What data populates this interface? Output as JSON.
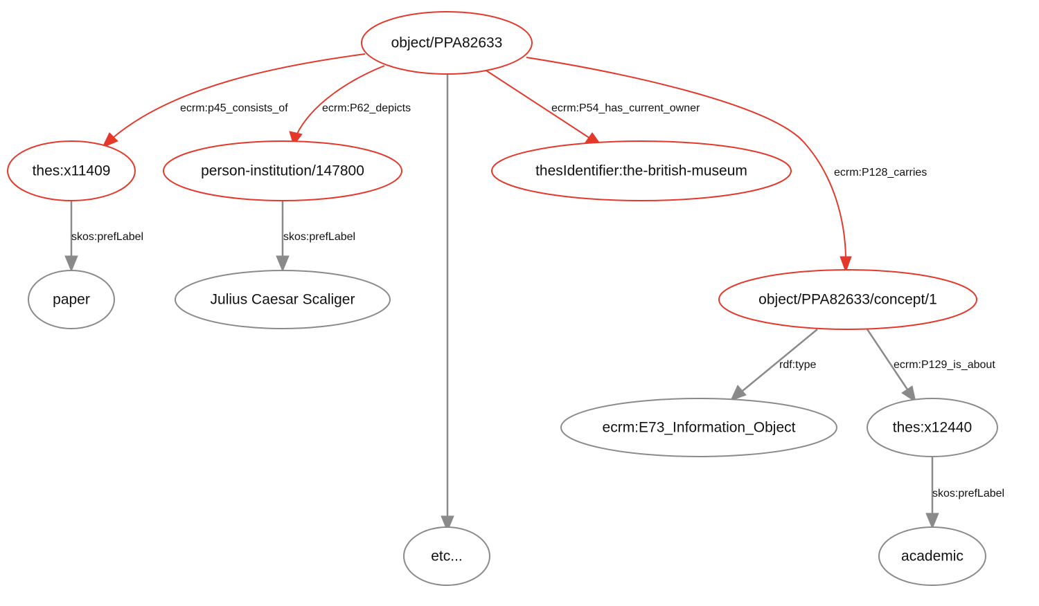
{
  "colors": {
    "primary": "#e4382b",
    "secondary": "#8a8a8a"
  },
  "nodes": {
    "object": "object/PPA82633",
    "thes_x11409": "thes:x11409",
    "person_institution": "person-institution/147800",
    "british_museum": "thesIdentifier:the-british-museum",
    "concept": "object/PPA82633/concept/1",
    "paper": "paper",
    "scaliger": "Julius Caesar Scaliger",
    "etc": "etc...",
    "information_object": "ecrm:E73_Information_Object",
    "thes_x12440": "thes:x12440",
    "academic": "academic"
  },
  "edges": {
    "consists_of": "ecrm:p45_consists_of",
    "depicts": "ecrm:P62_depicts",
    "current_owner": "ecrm:P54_has_current_owner",
    "carries": "ecrm:P128_carries",
    "preflabel_paper": "skos:prefLabel",
    "preflabel_scaliger": "skos:prefLabel",
    "rdf_type": "rdf:type",
    "is_about": "ecrm:P129_is_about",
    "preflabel_academic": "skos:prefLabel"
  }
}
